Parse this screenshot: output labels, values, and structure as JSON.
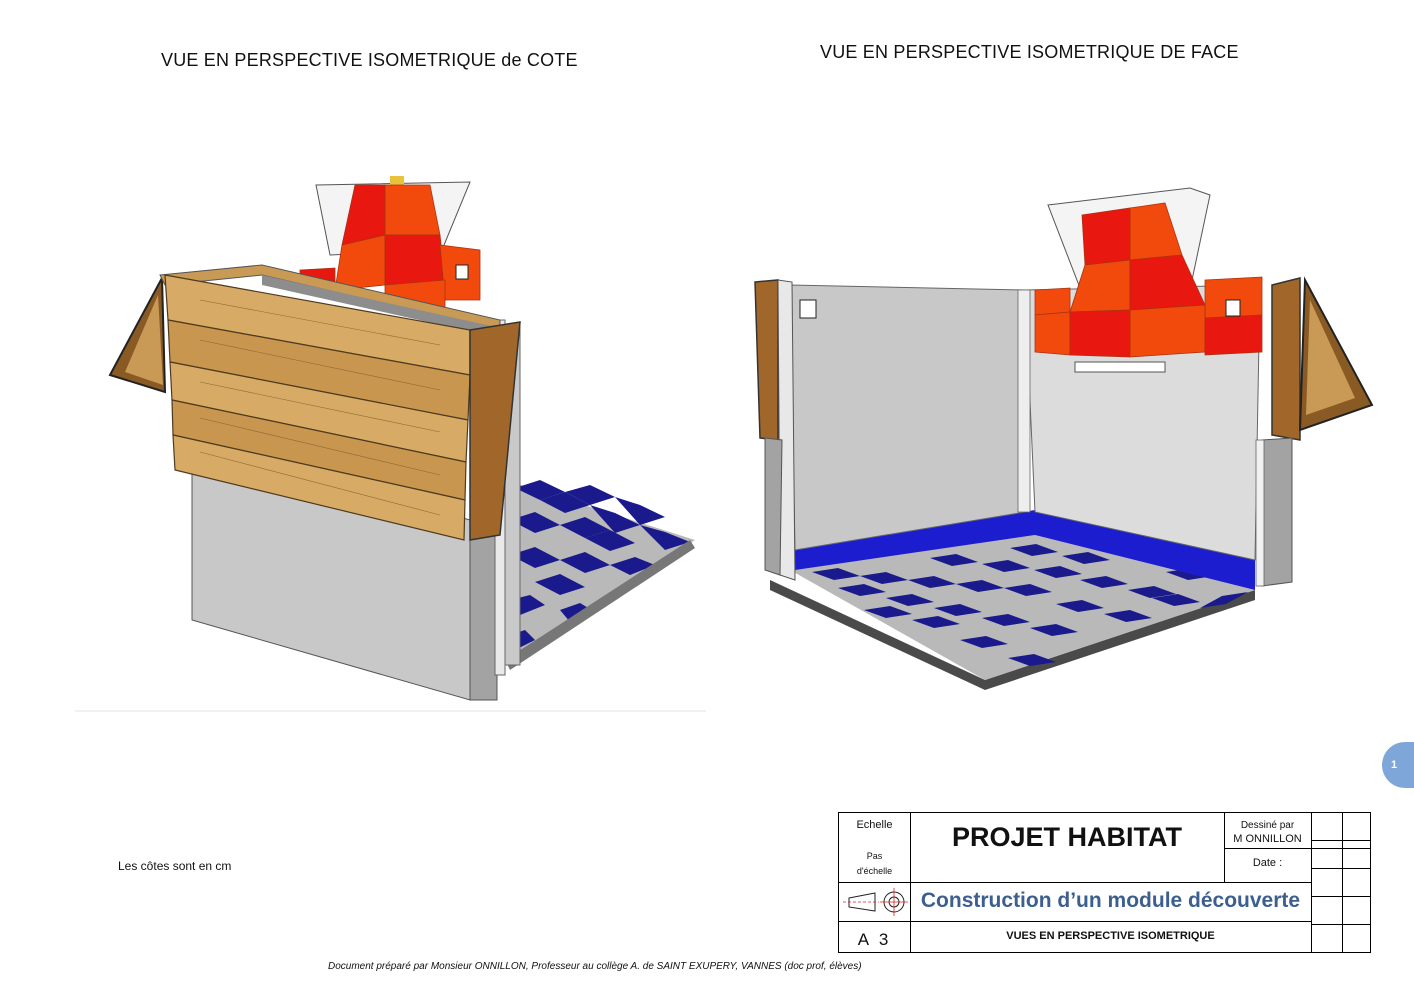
{
  "views": {
    "left_title": "VUE EN PERSPECTIVE ISOMETRIQUE de COTE",
    "right_title": "VUE EN PERSPECTIVE ISOMETRIQUE DE FACE"
  },
  "note": "Les côtes sont en cm",
  "footer": "Document préparé par Monsieur ONNILLON, Professeur au collège A. de SAINT EXUPERY, VANNES (doc prof, élèves)",
  "page_number": "1",
  "title_block": {
    "scale_label": "Echelle",
    "scale_value_line1": "Pas",
    "scale_value_line2": "d'échelle",
    "format": "A 3",
    "project_title": "PROJET HABITAT",
    "subtitle": "Construction d’un module découverte",
    "views_label": "VUES EN PERSPECTIVE ISOMETRIQUE",
    "drawn_by_label": "Dessiné par",
    "drawn_by": "M ONNILLON",
    "date_label": "Date :"
  },
  "colors": {
    "wood": "#c99a55",
    "tile_red": "#e8170f",
    "tile_orange": "#f24a0c",
    "floor_blue": "#1a1a8c",
    "floor_grey": "#b9b9b9",
    "wall_grey": "#c8c8c8",
    "subtitle_blue": "#3d5f8f"
  }
}
